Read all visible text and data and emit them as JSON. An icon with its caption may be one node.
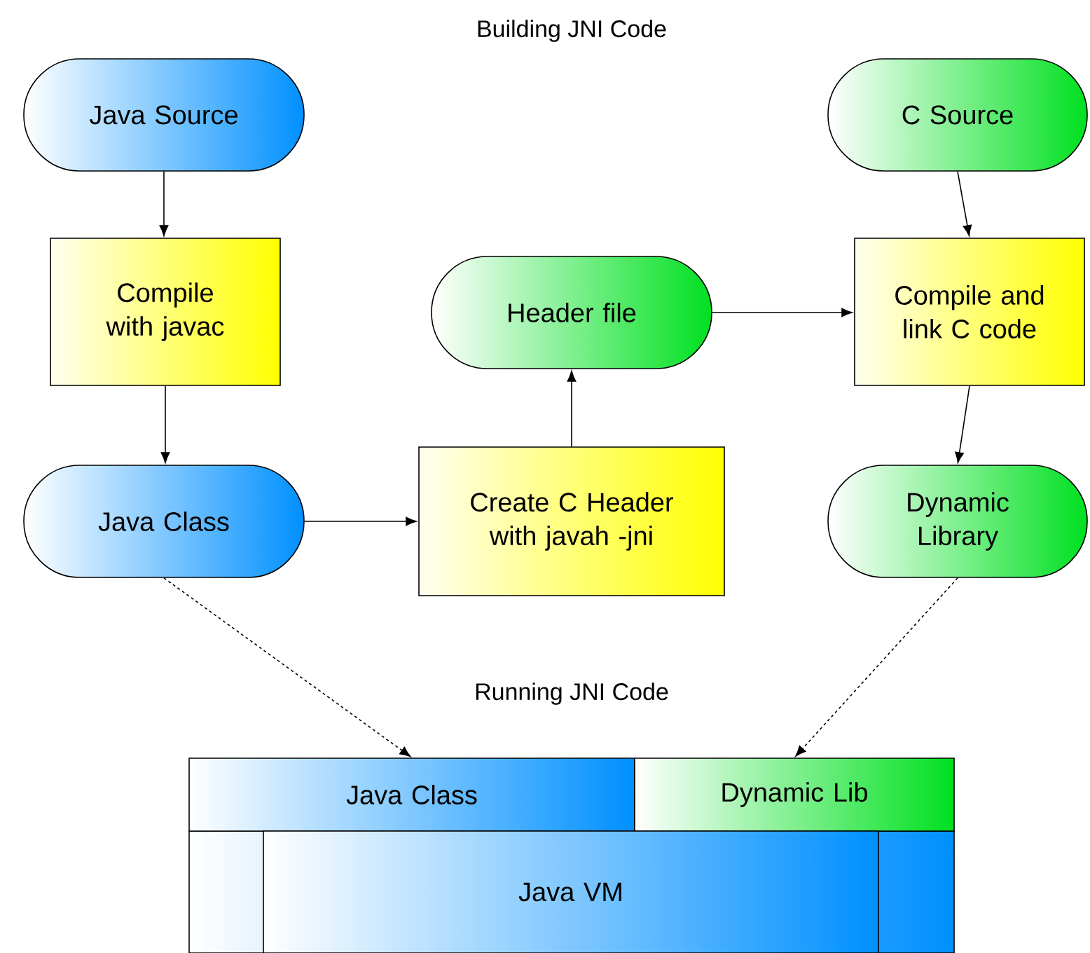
{
  "diagram": {
    "nodes": [
      {
        "text": [
          "Java Source"
        ]
      },
      {
        "text": [
          "Compile with javac"
        ]
      },
      {
        "text": [
          "C Source"
        ]
      },
      {
        "text": [
          "Header file"
        ]
      },
      {
        "text": [
          "Compile and link C code"
        ]
      },
      {
        "text": [
          "Java Class"
        ]
      },
      {
        "text": [
          "Create C Header with javah -jni"
        ]
      },
      {
        "text": [
          "Dynamic Library"
        ]
      },
      {
        "text": [
          "Java Class"
        ]
      },
      {
        "text": [
          "Dynamic Lib"
        ]
      },
      {
        "text": [
          "Java VM"
        ]
      }
    ],
    "edges": [
      {
        "from": 0,
        "to": 1,
        "arrow": "to"
      },
      {
        "from": 1,
        "to": 5,
        "arrow": "to"
      },
      {
        "from": 5,
        "to": 6,
        "arrow": "to"
      },
      {
        "from": 6,
        "to": 3,
        "arrow": "to"
      },
      {
        "from": 3,
        "to": 4,
        "arrow": "to"
      },
      {
        "from": 2,
        "to": 4,
        "arrow": "to"
      },
      {
        "from": 4,
        "to": 7,
        "arrow": "to"
      },
      {
        "from": 5,
        "to": 8,
        "arrow": "to",
        "style": "dashed"
      },
      {
        "from": 7,
        "to": 9,
        "arrow": "to",
        "style": "dashed"
      }
    ],
    "labels": [
      "Building JNI Code",
      "Running JNI Code"
    ]
  }
}
